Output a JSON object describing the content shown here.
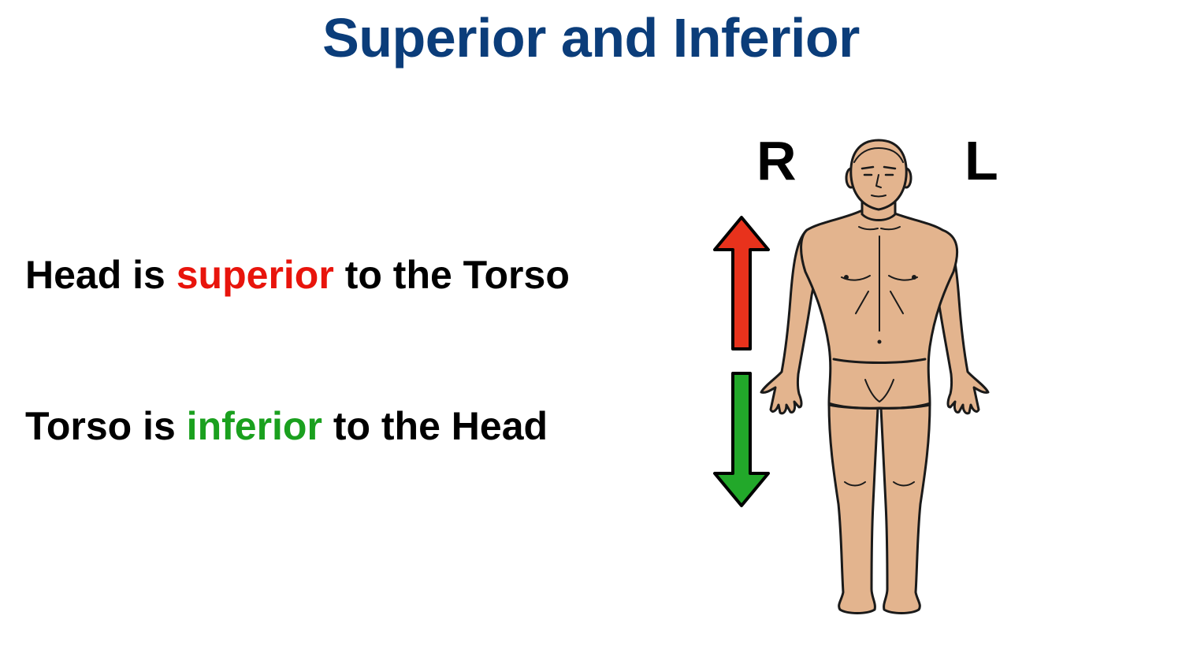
{
  "title": "Superior and Inferior",
  "statement_superior": {
    "prefix": "Head is ",
    "term": "superior",
    "suffix": " to the Torso",
    "term_color": "#e8140c"
  },
  "statement_inferior": {
    "prefix": "Torso is ",
    "term": "inferior",
    "suffix": " to the Head",
    "term_color": "#1aa01e"
  },
  "side_labels": {
    "right": "R",
    "left": "L"
  },
  "colors": {
    "title": "#0b3d7a",
    "arrow_up": "#e8321c",
    "arrow_down": "#22a82a",
    "skin": "#e3b48e"
  },
  "icons": [
    "up-arrow-icon",
    "down-arrow-icon",
    "human-body-figure"
  ]
}
